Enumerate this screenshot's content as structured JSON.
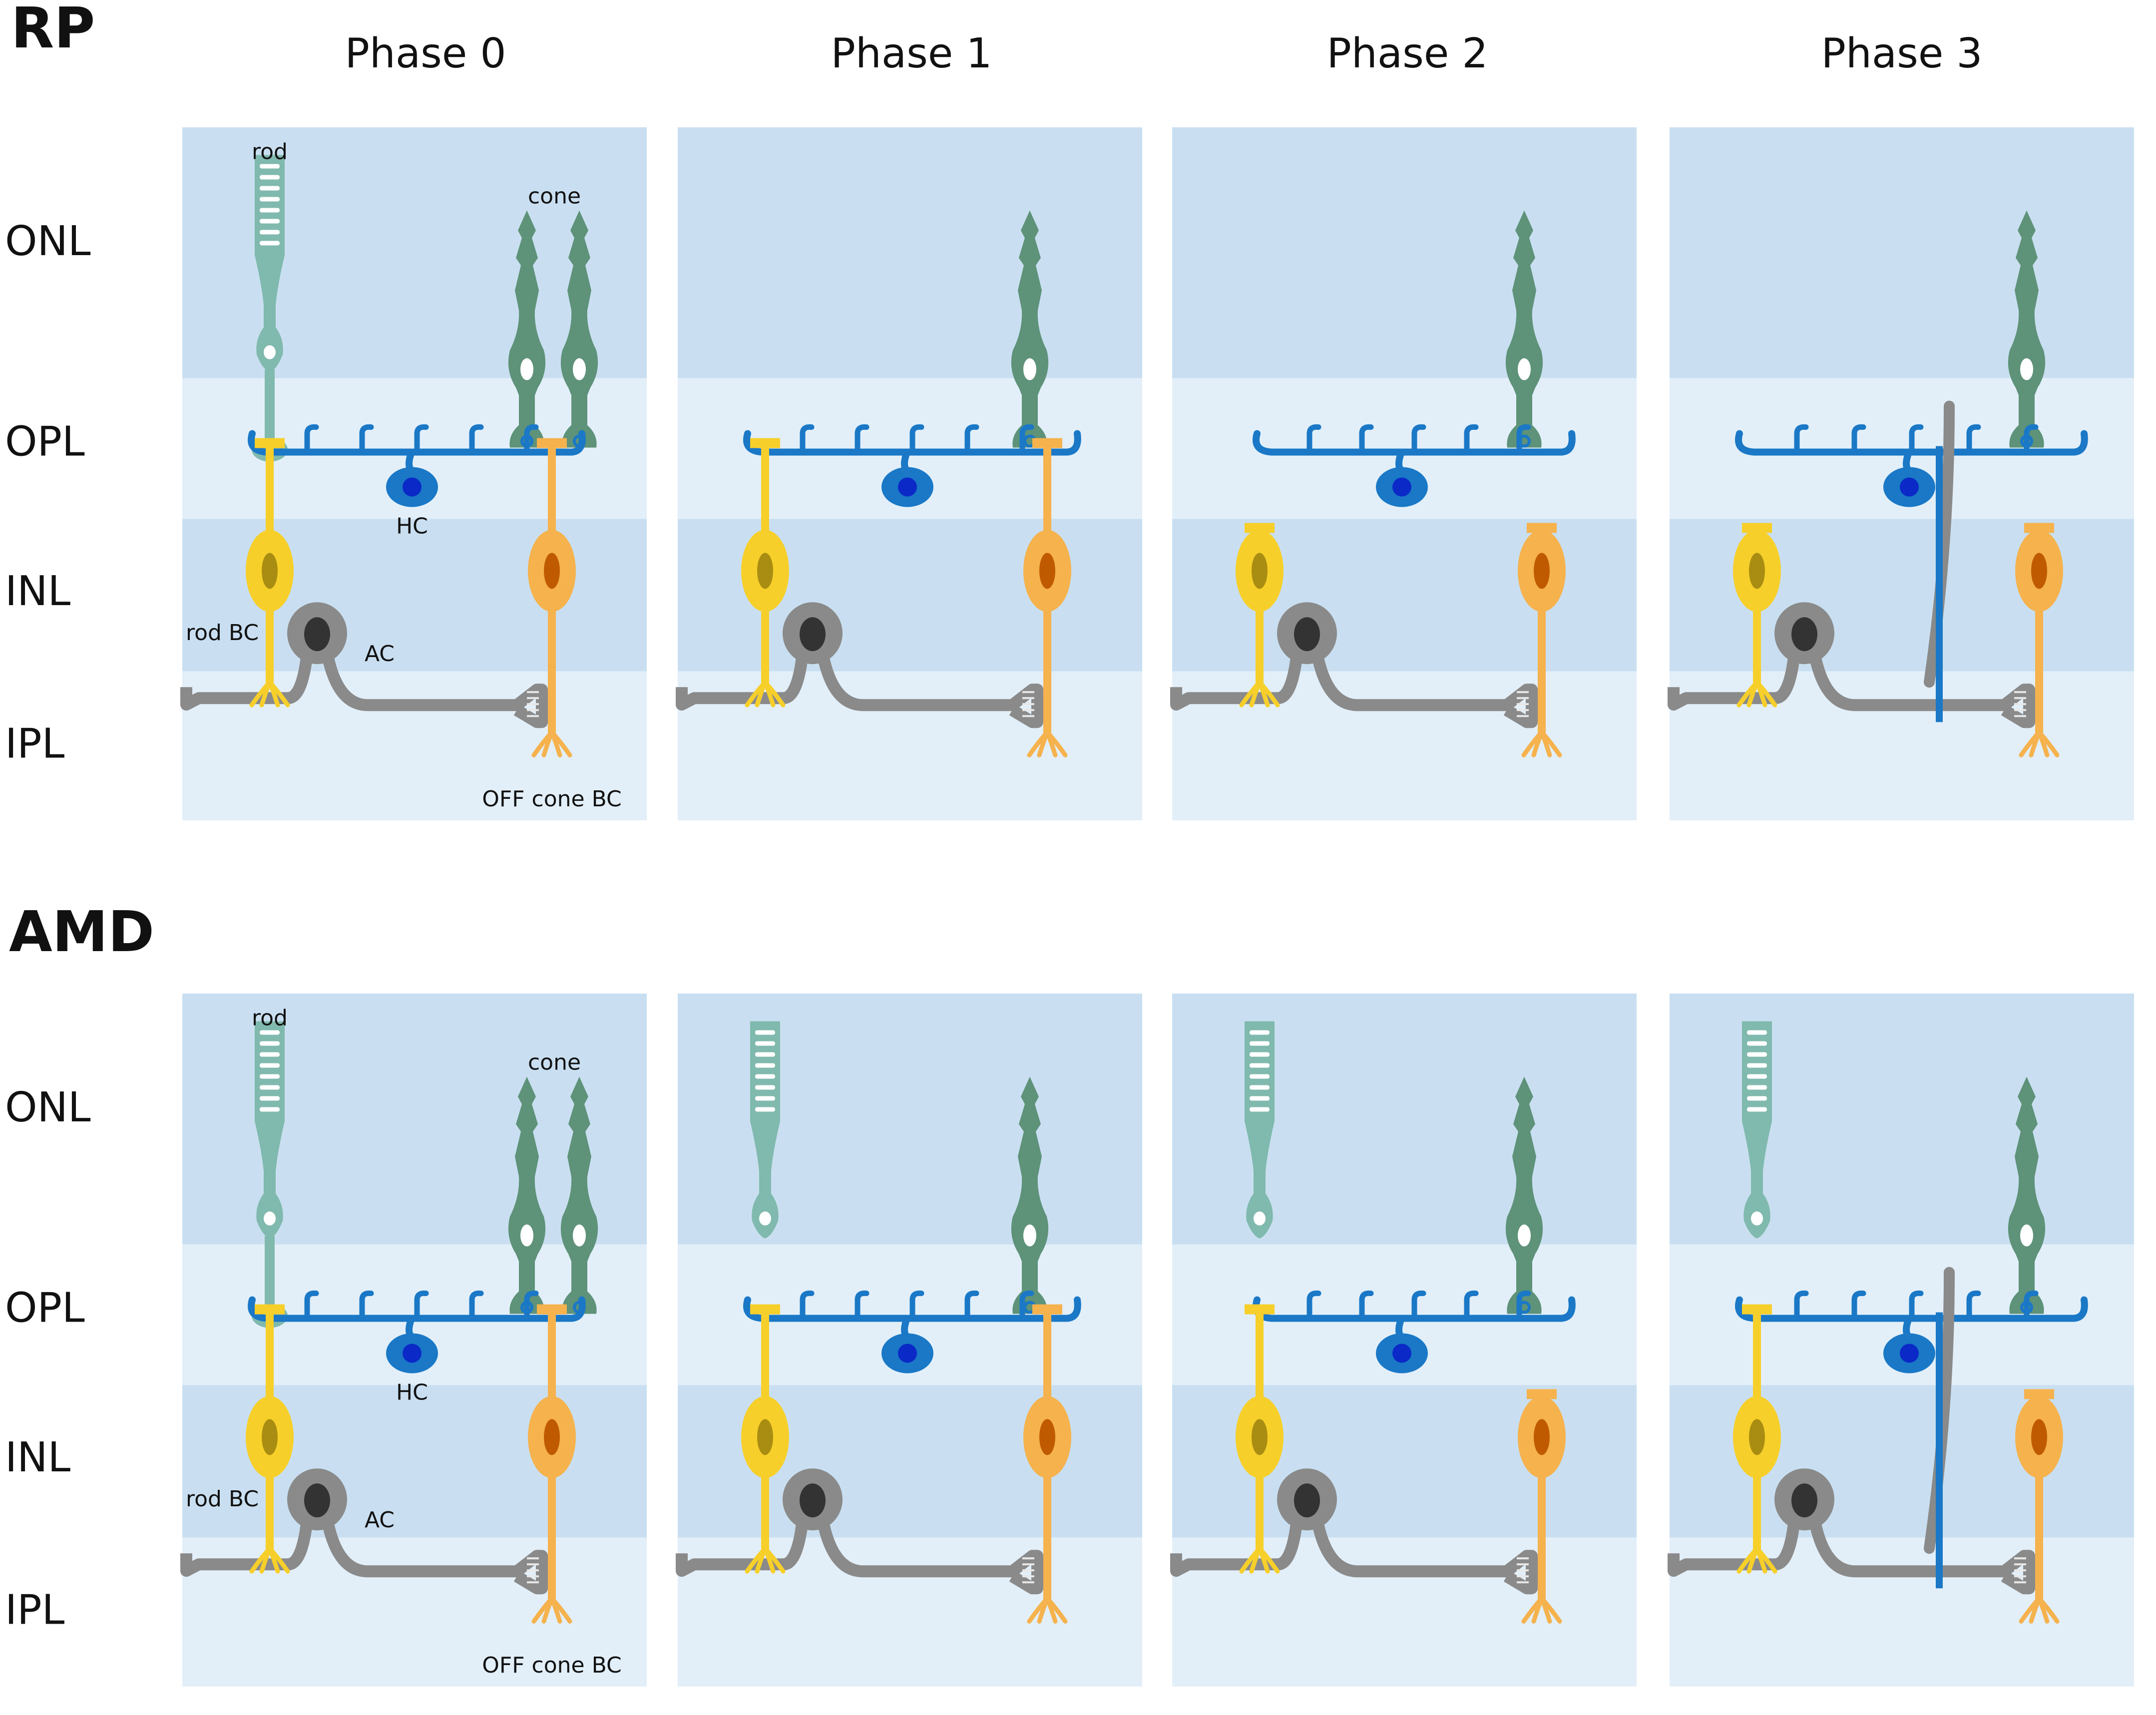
{
  "sections": [
    {
      "id": "rp",
      "label": "RP"
    },
    {
      "id": "amd",
      "label": "AMD"
    }
  ],
  "phases": [
    "Phase 0",
    "Phase 1",
    "Phase 2",
    "Phase 3"
  ],
  "layers": [
    "ONL",
    "OPL",
    "INL",
    "IPL"
  ],
  "cell_labels": {
    "rod": "rod",
    "cone": "cone",
    "hc": "HC",
    "rod_bc": "rod BC",
    "ac": "AC",
    "off_cone_bc": "OFF cone BC"
  },
  "colors": {
    "band_dark": "#c9dff1",
    "band_light": "#e2eff9",
    "rod": "#80b9ad",
    "cone": "#5e9279",
    "horizontal_cell": "#1a78c6",
    "hc_nucleus": "#0b29c7",
    "rod_bipolar": "#f7cf2a",
    "cone_bipolar": "#f5b24d",
    "amacrine": "#8a8a8a",
    "amacrine_nucleus": "#333333"
  }
}
